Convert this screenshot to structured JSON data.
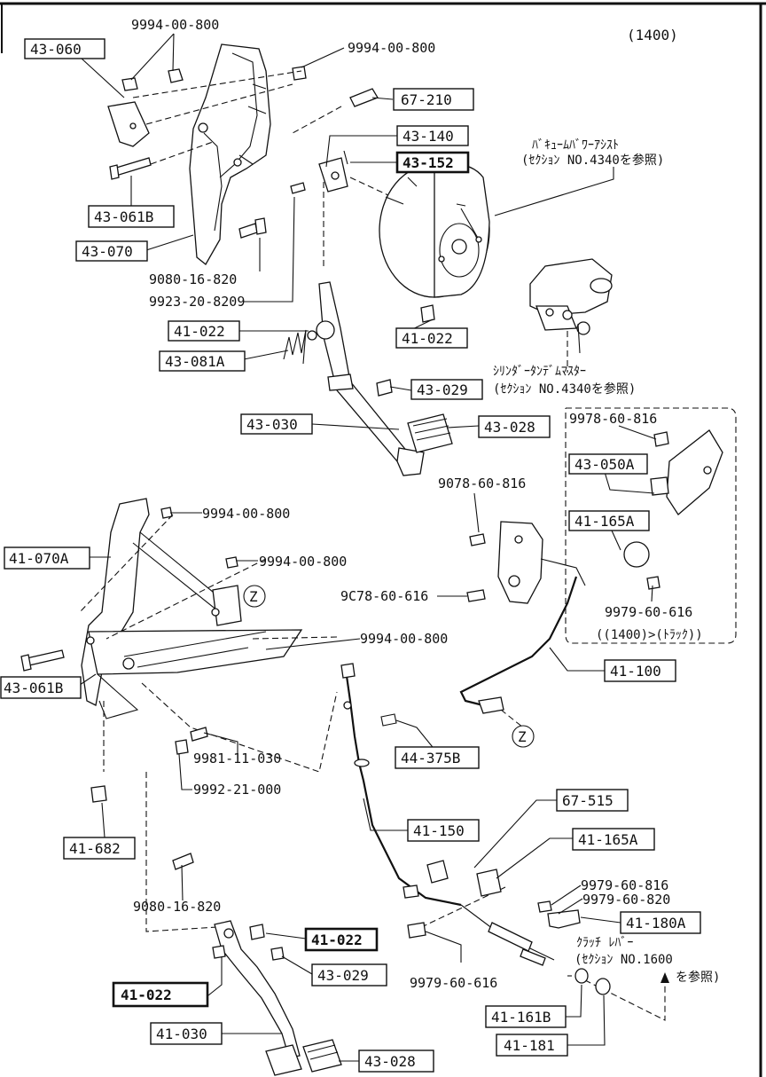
{
  "model_code": "(1400)",
  "callouts": {
    "c43_060": "43-060",
    "c9994_a": "9994-00-800",
    "c9994_b": "9994-00-800",
    "c67_210": "67-210",
    "c43_140": "43-140",
    "c43_152": "43-152",
    "c43_061b": "43-061B",
    "c43_070": "43-070",
    "c9080_a": "9080-16-820",
    "c9923": "9923-20-8209",
    "c41_022_a": "41-022",
    "c41_022_b": "41-022",
    "c43_081a": "43-081A",
    "c43_029_a": "43-029",
    "c43_030": "43-030",
    "c43_028_a": "43-028",
    "c9978": "9978-60-816",
    "c43_050a": "43-050A",
    "c41_165a_a": "41-165A",
    "c9979_616": "9979-60-616",
    "c9078_a": "9078-60-816",
    "c9078_b": "9C78-60-616",
    "c9994_c": "9994-00-800",
    "c41_070a": "41-070A",
    "c9994_d": "9994-00-800",
    "c9994_e": "9994-00-800",
    "c43_061b_b": "43-061B",
    "c41_100": "41-100",
    "c9981": "9981-11-030",
    "c9992": "9992-21-000",
    "c44_375b": "44-375B",
    "c41_682": "41-682",
    "c67_515": "67-515",
    "c41_150": "41-150",
    "c41_165a_b": "41-165A",
    "c9979_816": "9979-60-816",
    "c9979_820": "9979-60-820",
    "c41_180a": "41-180A",
    "c9080_b": "9080-16-820",
    "c41_022_c": "41-022",
    "c43_029_b": "43-029",
    "c41_022_d": "41-022",
    "c41_030": "41-030",
    "c43_028_b": "43-028",
    "c9979_616b": "9979-60-616",
    "c41_161b": "41-161B",
    "c41_181": "41-181"
  },
  "notes": {
    "vacuum_1": "ﾊﾞｷｭｰﾑﾊﾞﾜｰｱｼｽﾄ",
    "vacuum_2": "(ｾｸｼｮﾝ NO.4340を参照)",
    "master_1": "ｼﾘﾝﾀﾞｰﾀﾝﾃﾞﾑﾏｽﾀｰ",
    "master_2": "(ｾｸｼｮﾝ NO.4340を参照)",
    "truck": "((1400)>(ﾄﾗｯｸ))",
    "clutch_1": "ｸﾗｯﾁ ﾚﾊﾞｰ",
    "clutch_2": "(ｾｸｼｮﾝ NO.1600",
    "clutch_3": "を参照)",
    "z_mark": "Z"
  }
}
